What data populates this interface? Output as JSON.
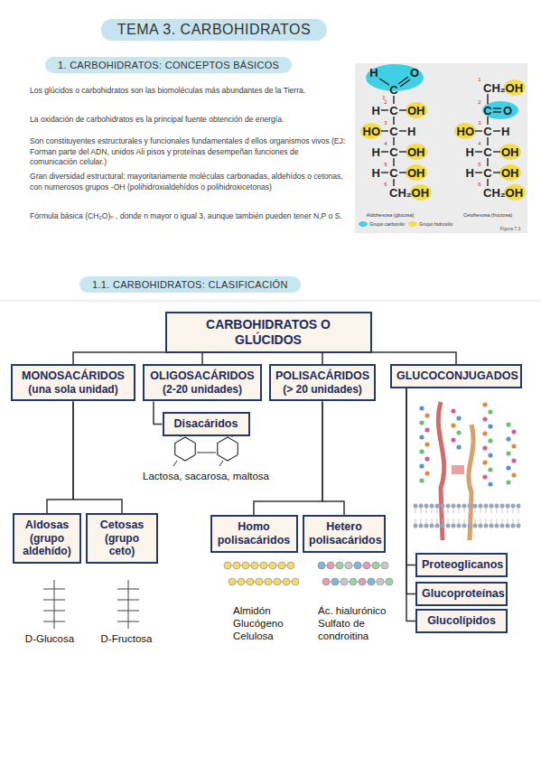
{
  "diagram": {
    "title": "TEMA 3. CARBOHIDRATOS",
    "nodes": [
      {
        "text": [
          "1.    CARBOHIDRATOS: CONCEPTOS BÁSICOS"
        ]
      },
      {
        "text": [
          "1.1. CARBOHIDRATOS: CLASIFICACIÓN"
        ]
      },
      {
        "text": [
          "CARBOHIDRATOS O GLÚCIDOS"
        ]
      },
      {
        "text": [
          "MONOSACÁRIDOS",
          "(una sola unidad)"
        ]
      },
      {
        "text": [
          "OLIGOSACÁRIDOS",
          "(2-20 unidades)"
        ]
      },
      {
        "text": [
          "POLISACÁRIDOS",
          "(> 20 unidades)"
        ]
      },
      {
        "text": [
          "GLUCOCONJUGADOS"
        ]
      },
      {
        "text": [
          "Disacáridos"
        ]
      },
      {
        "text": [
          "Aldosas",
          "(grupo aldehído)"
        ]
      },
      {
        "text": [
          "Cetosas",
          "(grupo ceto)"
        ]
      },
      {
        "text": [
          "Homo polisacáridos"
        ]
      },
      {
        "text": [
          "Hetero polisacáridos"
        ]
      },
      {
        "text": [
          "Proteoglicanos"
        ]
      },
      {
        "text": [
          "Glucoproteínas"
        ]
      },
      {
        "text": [
          "Glucolípidos"
        ]
      }
    ],
    "edges": [
      {
        "from": 2,
        "to": 3,
        "arrow": "none"
      },
      {
        "from": 2,
        "to": 4,
        "arrow": "none"
      },
      {
        "from": 2,
        "to": 5,
        "arrow": "none"
      },
      {
        "from": 2,
        "to": 6,
        "arrow": "none"
      },
      {
        "from": 4,
        "to": 7,
        "arrow": "none"
      },
      {
        "from": 3,
        "to": 8,
        "arrow": "none"
      },
      {
        "from": 3,
        "to": 9,
        "arrow": "none"
      },
      {
        "from": 5,
        "to": 10,
        "arrow": "none"
      },
      {
        "from": 5,
        "to": 11,
        "arrow": "none"
      },
      {
        "from": 6,
        "to": 12,
        "arrow": "none"
      },
      {
        "from": 6,
        "to": 13,
        "arrow": "none"
      },
      {
        "from": 6,
        "to": 14,
        "arrow": "none"
      }
    ],
    "labels": [
      "Los glúcidos o carbohidratos son las biomoléculas más abundantes de la Tierra.",
      "La oxidación de carbohidratos es la principal fuente obtención de energía.",
      "Son constituyentes estructurales y funcionales fundamentales d ellos organismos vivos (EJ: Forman parte del ADN, unidos Ali pisos y proteínas desempeñan funciones de comunicación celular.)",
      "Gran diversidad estructural: mayoritariamente moléculas carbonadas, aldehídos o cetonas, con numerosos grupos -OH (polihidroxialdehídos o polihidroxicetonas)",
      "Fórmula básica (CH₂O)ₙ , donde n mayor o igual 3, aunque también pueden tener N,P o S.",
      "Lactosa, sacarosa, maltosa",
      "D-Glucosa",
      "D-Fructosa",
      "Almidón Glucógeno Celulosa",
      "Ác. hialurónico Sulfato de condroitina",
      "H",
      "C",
      "O",
      "H",
      "C",
      "OH",
      "HO",
      "C",
      "H",
      "H",
      "C",
      "OH",
      "H",
      "C",
      "OH",
      "CH₂OH",
      "1",
      "2",
      "3",
      "4",
      "5",
      "6",
      "CH₂OH",
      "C",
      "O",
      "HO",
      "C",
      "H",
      "H",
      "C",
      "OH",
      "H",
      "C",
      "OH",
      "CH₂OH",
      "1",
      "2",
      "3",
      "4",
      "5",
      "6",
      "Aldohexosa (glucosa)",
      "Cetohexosa (fructosa)",
      "Figura 7.3"
    ],
    "legend": [
      {
        "text": "Grupo carbonilo",
        "color": "#3fd0e6"
      },
      {
        "text": "Grupo hidroxilo",
        "color": "#f2dc4a"
      }
    ]
  }
}
